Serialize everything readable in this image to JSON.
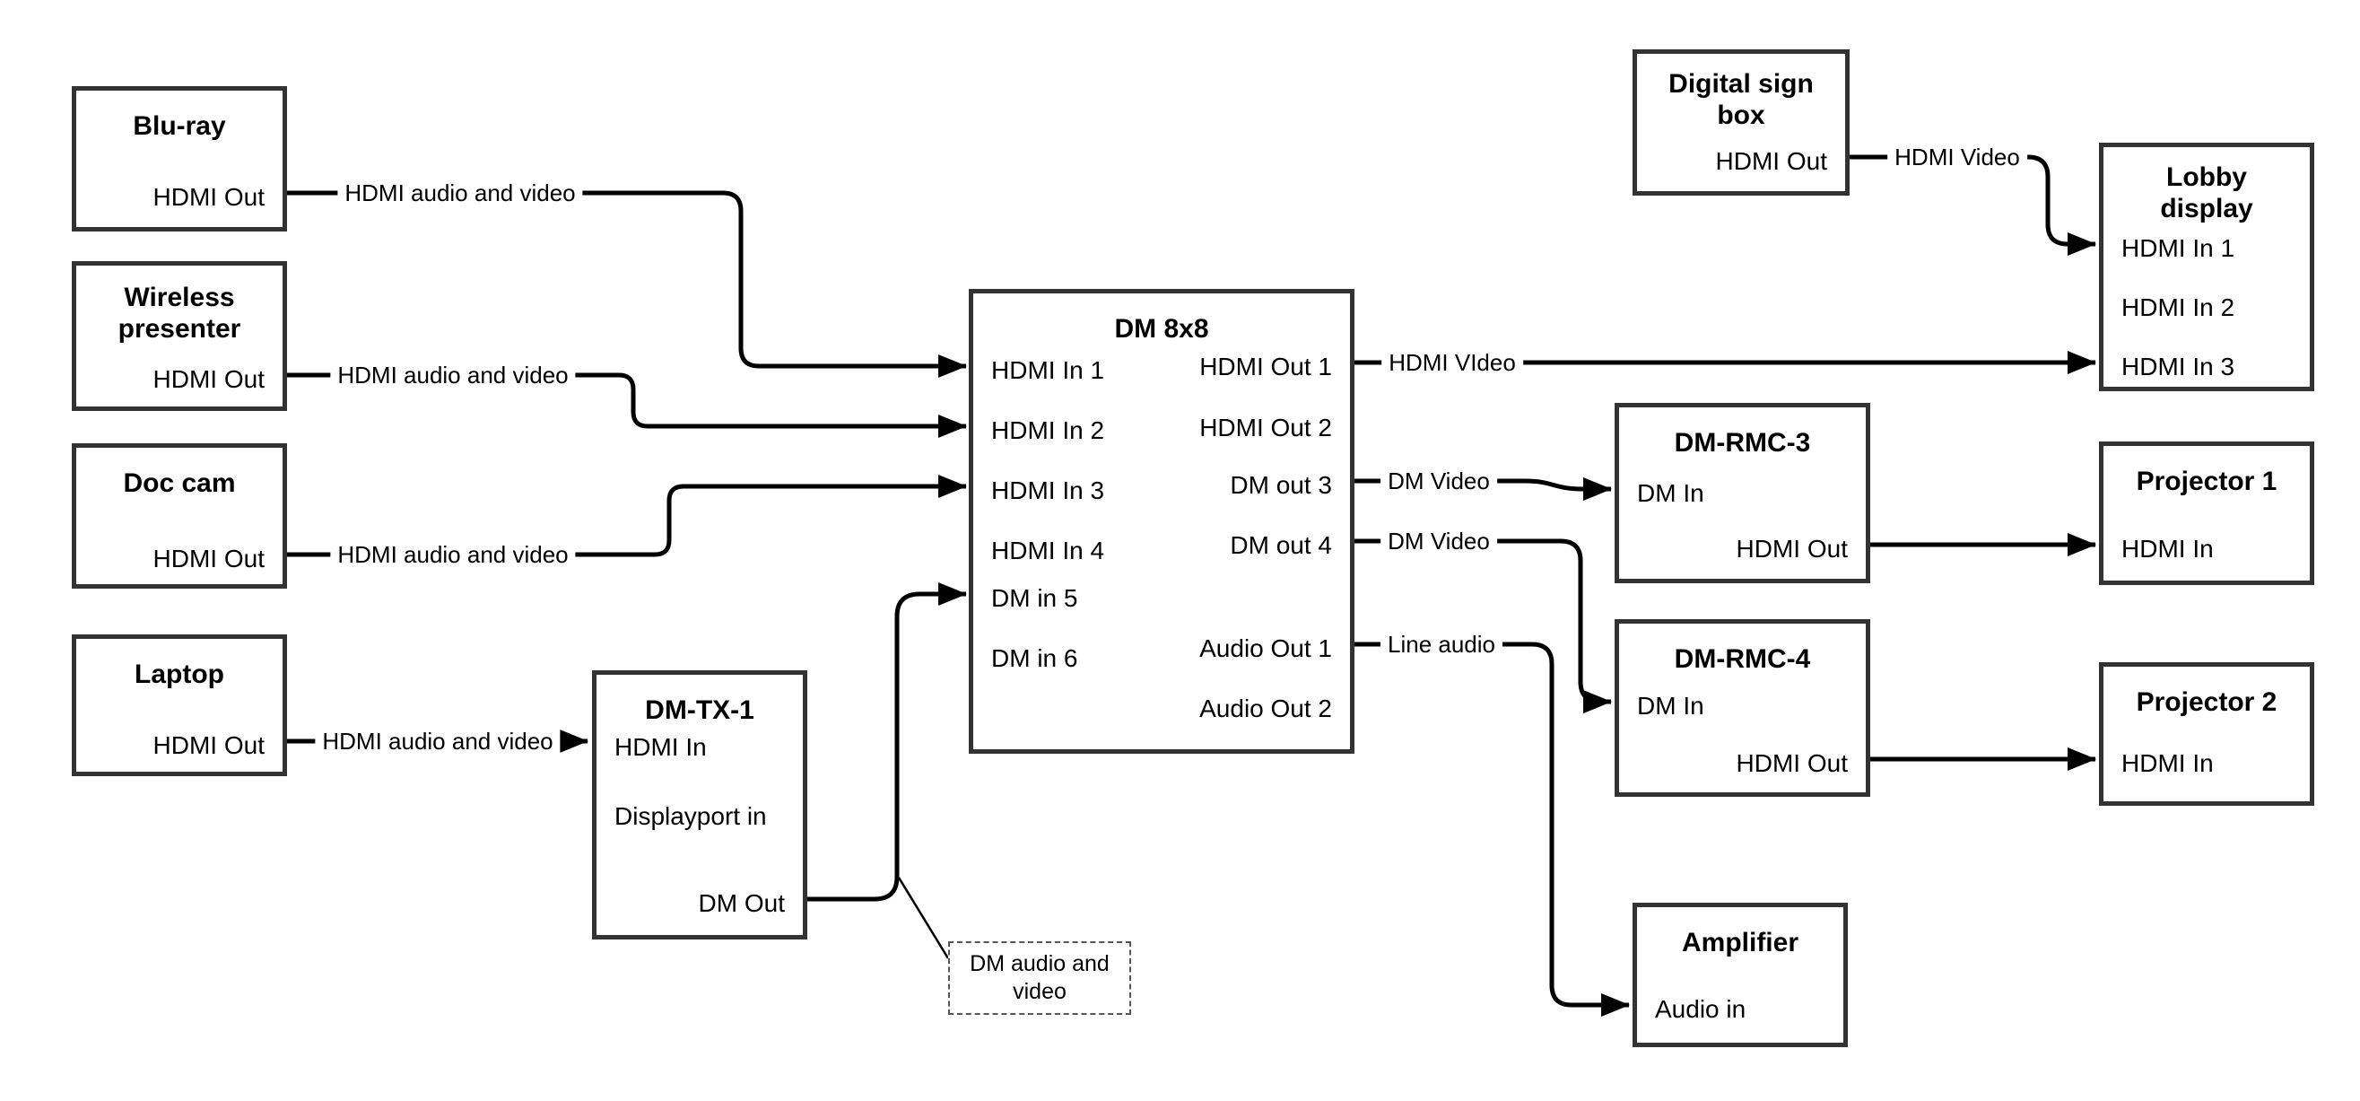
{
  "diagram": {
    "nodes": {
      "bluray": {
        "title": "Blu-ray",
        "ports": {
          "hdmi_out": "HDMI Out"
        }
      },
      "wireless": {
        "title": "Wireless\npresenter",
        "ports": {
          "hdmi_out": "HDMI Out"
        }
      },
      "doccam": {
        "title": "Doc cam",
        "ports": {
          "hdmi_out": "HDMI Out"
        }
      },
      "laptop": {
        "title": "Laptop",
        "ports": {
          "hdmi_out": "HDMI Out"
        }
      },
      "dmtx1": {
        "title": "DM-TX-1",
        "ports": {
          "hdmi_in": "HDMI In",
          "displayport_in": "Displayport in",
          "dm_out": "DM Out"
        }
      },
      "dm8x8": {
        "title": "DM 8x8",
        "ports": {
          "hdmi_in_1": "HDMI In 1",
          "hdmi_in_2": "HDMI In 2",
          "hdmi_in_3": "HDMI In 3",
          "hdmi_in_4": "HDMI In 4",
          "dm_in_5": "DM in 5",
          "dm_in_6": "DM in 6",
          "hdmi_out_1": "HDMI Out 1",
          "hdmi_out_2": "HDMI Out 2",
          "dm_out_3": "DM out 3",
          "dm_out_4": "DM out 4",
          "audio_out_1": "Audio Out 1",
          "audio_out_2": "Audio Out 2"
        }
      },
      "digital_sign": {
        "title": "Digital sign\nbox",
        "ports": {
          "hdmi_out": "HDMI Out"
        }
      },
      "lobby": {
        "title": "Lobby\ndisplay",
        "ports": {
          "hdmi_in_1": "HDMI In 1",
          "hdmi_in_2": "HDMI In 2",
          "hdmi_in_3": "HDMI In 3"
        }
      },
      "dmrmc3": {
        "title": "DM-RMC-3",
        "ports": {
          "dm_in": "DM In",
          "hdmi_out": "HDMI Out"
        }
      },
      "proj1": {
        "title": "Projector 1",
        "ports": {
          "hdmi_in": "HDMI In"
        }
      },
      "dmrmc4": {
        "title": "DM-RMC-4",
        "ports": {
          "dm_in": "DM In",
          "hdmi_out": "HDMI Out"
        }
      },
      "proj2": {
        "title": "Projector 2",
        "ports": {
          "hdmi_in": "HDMI In"
        }
      },
      "amplifier": {
        "title": "Amplifier",
        "ports": {
          "audio_in": "Audio in"
        }
      }
    },
    "wire_labels": {
      "bluray_feed": "HDMI audio and video",
      "wireless_feed": "HDMI audio and video",
      "doccam_feed": "HDMI audio and video",
      "laptop_feed": "HDMI audio and video",
      "hdmi_video_out1": "HDMI VIdeo",
      "dm_video_out3": "DM Video",
      "dm_video_out4": "DM Video",
      "line_audio": "Line audio",
      "hdmi_video_sign": "HDMI Video"
    },
    "note": "DM audio and\nvideo",
    "colors": {
      "wire": "#000000",
      "box_border": "#333333",
      "background": "#ffffff",
      "text": "#000000"
    }
  }
}
